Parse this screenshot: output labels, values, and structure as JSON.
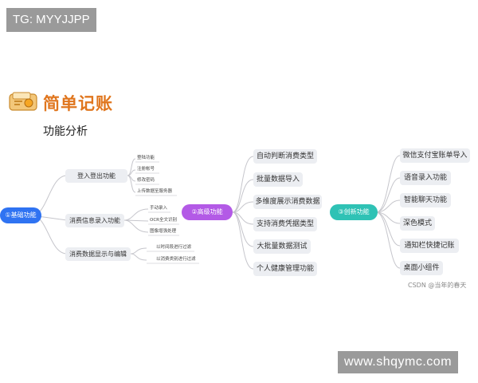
{
  "overlay_top": "TG: MYYJJPP",
  "overlay_bottom": "www.shqymc.com",
  "header": {
    "title": "简单记账",
    "subtitle": "功能分析"
  },
  "watermark": "CSDN @当年的春天",
  "colors": {
    "hub1": "#2f73f2",
    "hub2": "#b35ae6",
    "hub3": "#2fc2b5",
    "title": "#e0761e",
    "node_bg": "#eceef2",
    "line": "#c6c6cc"
  },
  "hubs": {
    "basic": "①基础功能",
    "advanced": "②高级功能",
    "innovative": "③创新功能"
  },
  "basic": {
    "login": {
      "label": "登入登出功能",
      "children": [
        "登陆功能",
        "注册帐号",
        "修改密码",
        "上传数据至服务器"
      ]
    },
    "entry": {
      "label": "消费信息录入功能",
      "children": [
        "手动录入",
        "OCR全文识别",
        "图像增强处理"
      ]
    },
    "display": {
      "label": "消费数据显示与编辑",
      "children": [
        "以时间段进行过滤",
        "以消费类别进行过滤"
      ]
    }
  },
  "advanced": [
    "自动判断消费类型",
    "批量数据导入",
    "多维度展示消费数据",
    "支持消费凭据类型",
    "大批量数据测试",
    "个人健康管理功能"
  ],
  "innovative": [
    "微信支付宝账单导入",
    "语音录入功能",
    "智能聊天功能",
    "深色模式",
    "通知栏快捷记账",
    "桌面小组件"
  ]
}
